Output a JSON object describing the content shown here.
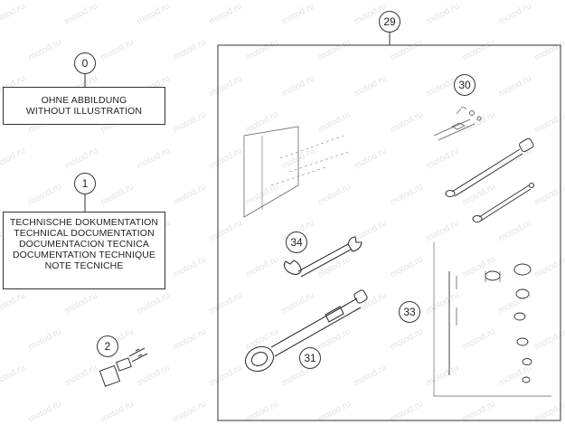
{
  "callouts": {
    "c0": "0",
    "c1": "1",
    "c2": "2",
    "c29": "29",
    "c30": "30",
    "c31": "31",
    "c33": "33",
    "c34": "34"
  },
  "box_no_illustration": {
    "line1": "OHNE ABBILDUNG",
    "line2": "WITHOUT ILLUSTRATION"
  },
  "box_documentation": {
    "line1": "TECHNISCHE DOKUMENTATION",
    "line2": "TECHNICAL DOCUMENTATION",
    "line3": "DOCUMENTACION TECNICA",
    "line4": "DOCUMENTATION TECHNIQUE",
    "line5": "NOTE TECNICHE"
  },
  "watermark": "motod.ru",
  "colors": {
    "line": "#333333",
    "watermark": "#e3e3e3"
  }
}
